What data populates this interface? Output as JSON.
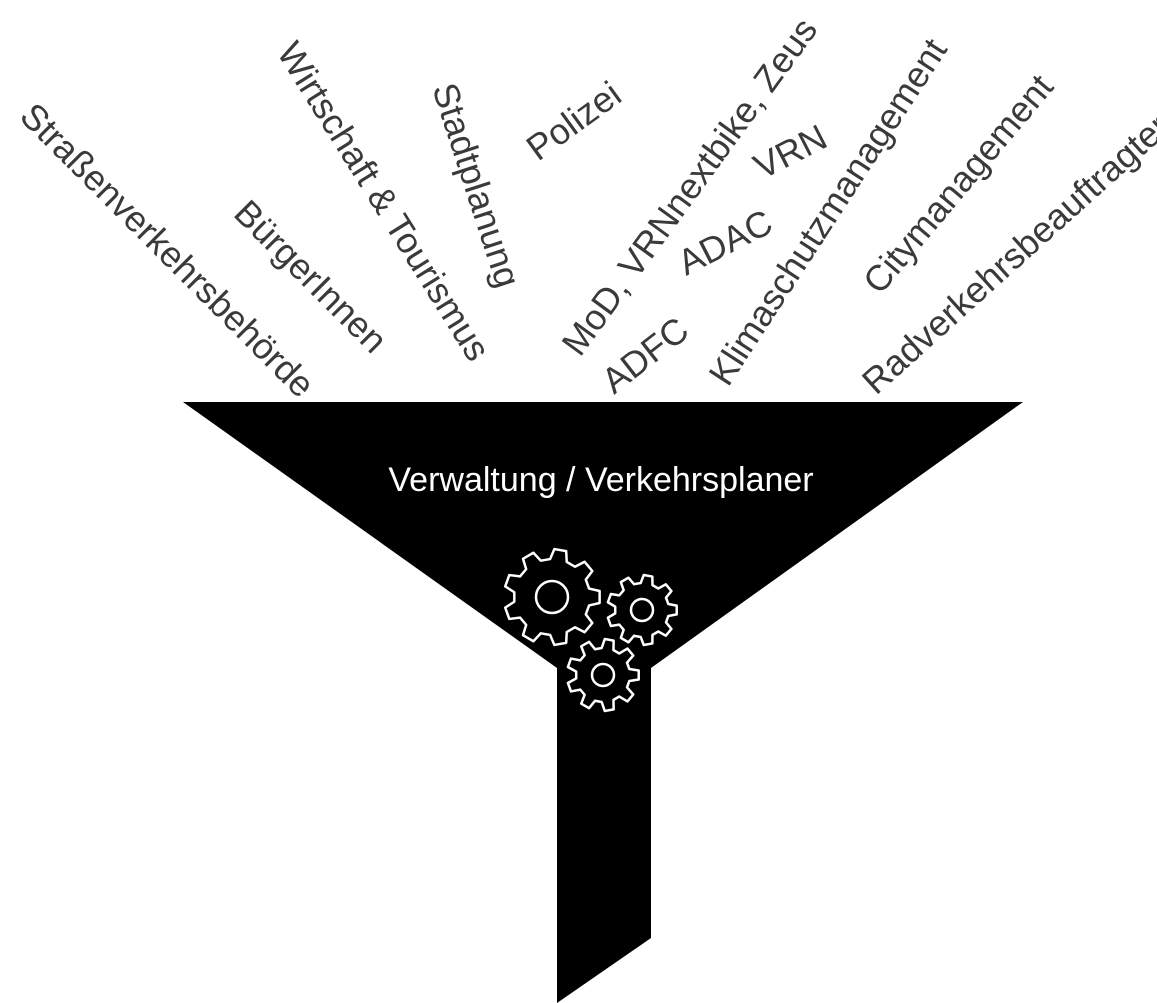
{
  "funnel": {
    "title": "Verwaltung / Verkehrsplaner",
    "color": "#000000",
    "gear_icon_color": "#ffffff"
  },
  "stakeholders": [
    {
      "label": "Straßenverkehrsbehörde"
    },
    {
      "label": "BürgerInnen"
    },
    {
      "label": "Wirtschaft & Tourismus"
    },
    {
      "label": "Stadtplanung"
    },
    {
      "label": "Polizei"
    },
    {
      "label": "MoD, VRNnextbike, Zeus"
    },
    {
      "label": "VRN"
    },
    {
      "label": "ADAC"
    },
    {
      "label": "ADFC"
    },
    {
      "label": "Klimaschutzmanagement"
    },
    {
      "label": "Citymanagement"
    },
    {
      "label": "Radverkehrsbeauftragter"
    }
  ],
  "text_color": "#3a3a3a"
}
